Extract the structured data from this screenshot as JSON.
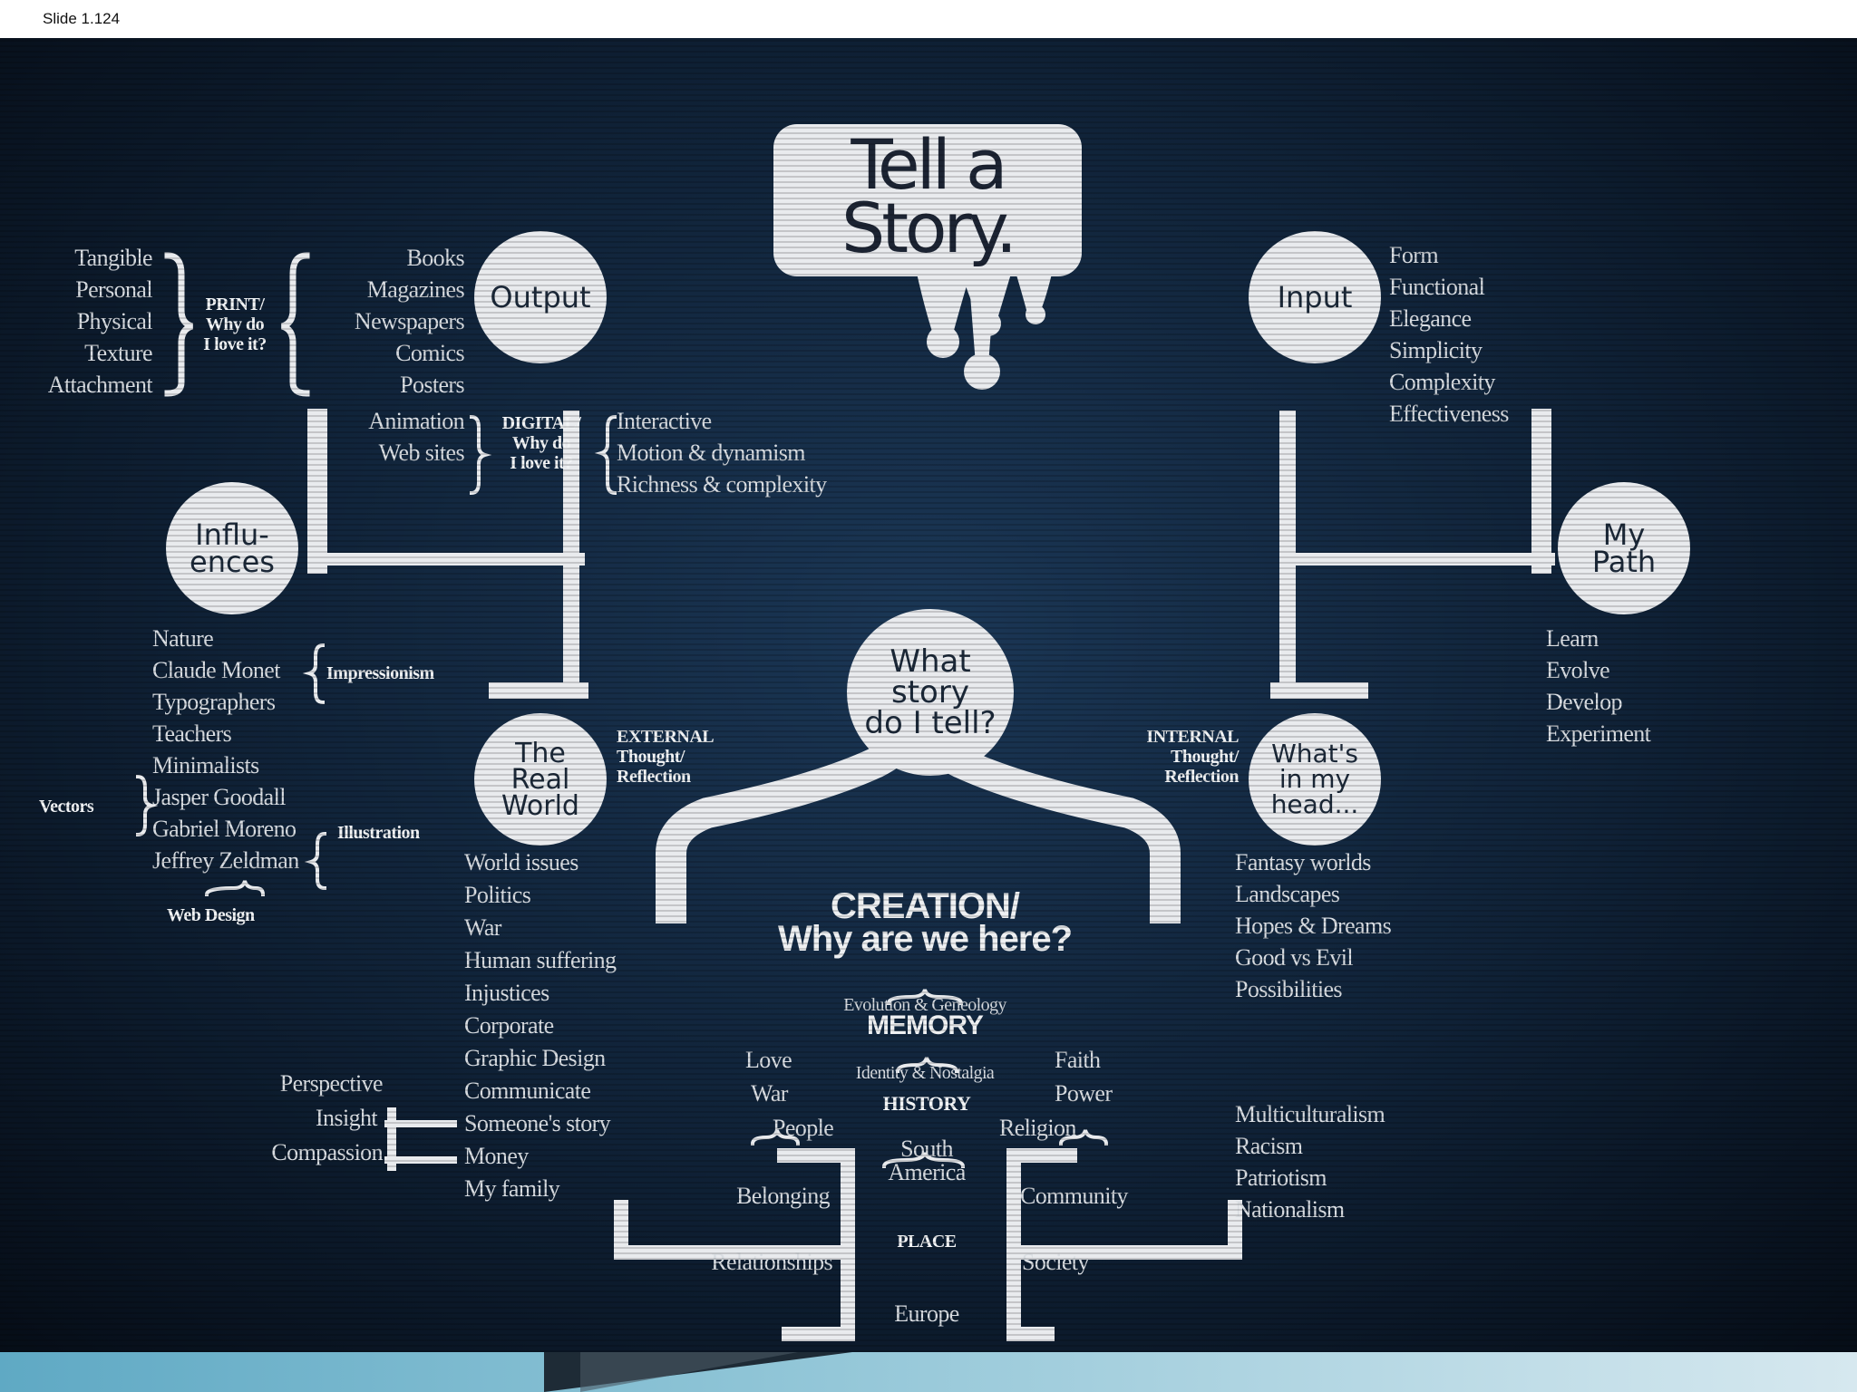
{
  "slide_label": "Slide 1.124",
  "title": {
    "line1": "Tell a",
    "line2": "Story."
  },
  "bubbles": {
    "output": "Output",
    "input": "Input",
    "influences": [
      "Influ-",
      "ences"
    ],
    "my_path": [
      "My",
      "Path"
    ],
    "center": [
      "What",
      "story",
      "do I tell?"
    ],
    "real_world": [
      "The",
      "Real",
      "World"
    ],
    "whats_in_head": [
      "What's",
      "in my",
      "head..."
    ]
  },
  "print": {
    "reasons": [
      "Tangible",
      "Personal",
      "Physical",
      "Texture",
      "Attachment"
    ],
    "label": [
      "PRINT/",
      "Why do",
      "I love it?"
    ],
    "media": [
      "Books",
      "Magazines",
      "Newspapers",
      "Comics",
      "Posters"
    ]
  },
  "digital": {
    "media": [
      "Animation",
      "Web sites"
    ],
    "label": [
      "DIGITAL/",
      "Why do",
      "I love it?"
    ],
    "reasons": [
      "Interactive",
      "Motion & dynamism",
      "Richness & complexity"
    ]
  },
  "input_items": [
    "Form",
    "Functional",
    "Elegance",
    "Simplicity",
    "Complexity",
    "Effectiveness"
  ],
  "my_path_items": [
    "Learn",
    "Evolve",
    "Develop",
    "Experiment"
  ],
  "influences_items": [
    "Nature",
    "Claude Monet",
    "Typographers",
    "Teachers",
    "Minimalists",
    "Jasper Goodall",
    "Gabriel Moreno",
    "Jeffrey Zeldman"
  ],
  "influences_tags": {
    "impressionism": "Impressionism",
    "vectors": "Vectors",
    "illustration": "Illustration",
    "web_design": "Web Design"
  },
  "external_label": [
    "EXTERNAL",
    "Thought/",
    "Reflection"
  ],
  "internal_label": [
    "INTERNAL",
    "Thought/",
    "Reflection"
  ],
  "real_world_items": [
    "World issues",
    "Politics",
    "War",
    "Human suffering",
    "Injustices",
    "Corporate",
    "Graphic Design",
    "Communicate",
    "Someone's story",
    "Money",
    "My family"
  ],
  "perspective_items": [
    "Perspective",
    "Insight",
    "Compassion"
  ],
  "head_items": [
    "Fantasy worlds",
    "Landscapes",
    "Hopes & Dreams",
    "Good vs Evil",
    "Possibilities"
  ],
  "culture_items": [
    "Multiculturalism",
    "Racism",
    "Patriotism",
    "Nationalism"
  ],
  "creation": {
    "line1": "CREATION/",
    "line2": "Why are we here?",
    "evolution": "Evolution & Geneology",
    "memory": "MEMORY",
    "identity": "Identity & Nostalgia",
    "love": "Love",
    "war": "War",
    "people": "People",
    "faith": "Faith",
    "power": "Power",
    "religion": "Religion",
    "history": "HISTORY",
    "south_america": [
      "South",
      "America"
    ],
    "belonging": "Belonging",
    "relationships": "Relationships",
    "place": "PLACE",
    "community": "Community",
    "society": "Society",
    "europe": "Europe"
  }
}
